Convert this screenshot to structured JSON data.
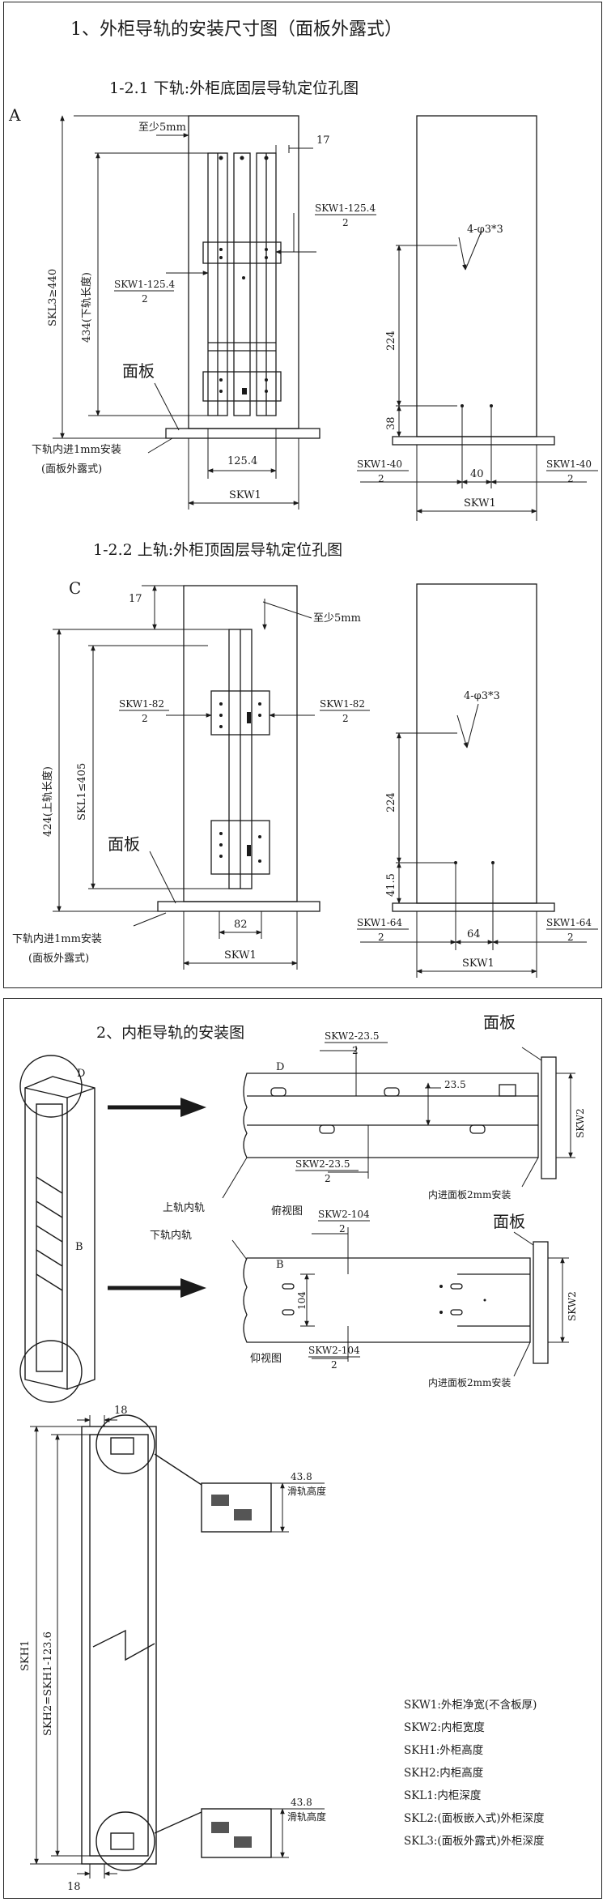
{
  "section1": {
    "title": "1、外柜导轨的安装尺寸图（面板外露式）",
    "lower": {
      "subtitle": "1-2.1  下轨:外柜底固层导轨定位孔图",
      "mark": "A",
      "min5": "至少5mm",
      "d17": "17",
      "skl3": "SKL3≥440",
      "len434": "434(下轨长度)",
      "rightNum": "SKW1-125.4",
      "rightDen": "2",
      "leftNum": "SKW1-125.4",
      "leftDen": "2",
      "panel": "面板",
      "inset1": "下轨内进1mm安装",
      "inset2": "(面板外露式)",
      "d1254": "125.4",
      "skw1": "SKW1",
      "holes": "4-φ3*3",
      "d224": "224",
      "d38": "38",
      "d40": "40",
      "sideL": "SKW1-40",
      "sideLden": "2",
      "sideR": "SKW1-40",
      "sideRden": "2",
      "skw1b": "SKW1"
    },
    "upper": {
      "subtitle": "1-2.2  上轨:外柜顶固层导轨定位孔图",
      "mark": "C",
      "d17": "17",
      "min5": "至少5mm",
      "len424": "424(上轨长度)",
      "skl1": "SKL1≤405",
      "leftNum": "SKW1-82",
      "leftDen": "2",
      "rightNum": "SKW1-82",
      "rightDen": "2",
      "panel": "面板",
      "d82": "82",
      "skw1": "SKW1",
      "inset1": "下轨内进1mm安装",
      "inset2": "(面板外露式)",
      "holes": "4-φ3*3",
      "d224": "224",
      "d415": "41.5",
      "d64": "64",
      "sideL": "SKW1-64",
      "sideLden": "2",
      "sideR": "SKW1-64",
      "sideRden": "2",
      "skw1b": "SKW1"
    }
  },
  "section2": {
    "title": "2、内柜导轨的安装图",
    "top": {
      "markD": "D",
      "markD2": "D",
      "panel": "面板",
      "skwTopNum": "SKW2-23.5",
      "skwTopDen": "2",
      "d235": "23.5",
      "skw2": "SKW2",
      "skwBotNum": "SKW2-23.5",
      "skwBotDen": "2",
      "rail": "上轨内轨",
      "view": "俯视图",
      "inset": "内进面板2mm安装"
    },
    "bottom": {
      "markB": "B",
      "markB2": "B",
      "panel": "面板",
      "rail": "下轨内轨",
      "skwTopNum": "SKW2-104",
      "skwTopDen": "2",
      "d104": "104",
      "skw2": "SKW2",
      "skwBotNum": "SKW2-104",
      "skwBotDen": "2",
      "view": "仰视图",
      "inset": "内进面板2mm安装"
    },
    "side": {
      "d18a": "18",
      "d18b": "18",
      "skh1": "SKH1",
      "skh2": "SKH2=SKH1-123.6",
      "h1": "43.8",
      "h1lbl": "滑轨高度",
      "h2": "43.8",
      "h2lbl": "滑轨高度"
    },
    "legend": [
      "SKW1:外柜净宽(不含板厚)",
      "SKW2:内柜宽度",
      "SKH1:外柜高度",
      "SKH2:内柜高度",
      "SKL1:内柜深度",
      "SKL2:(面板嵌入式)外柜深度",
      "SKL3:(面板外露式)外柜深度"
    ]
  }
}
